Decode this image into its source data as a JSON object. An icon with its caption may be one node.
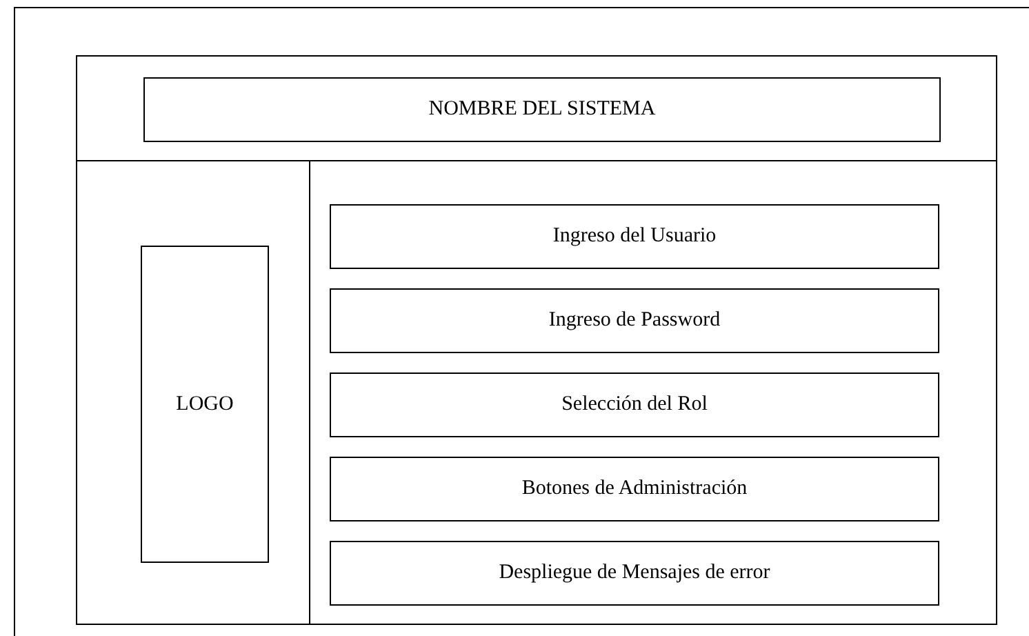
{
  "diagram": {
    "nodes": [
      {
        "text": [],
        "shape": "box"
      },
      {
        "text": [
          "NOMBRE DEL SISTEMA"
        ],
        "in": 0
      },
      {
        "text": [
          "LOGO"
        ],
        "in": 0
      },
      {
        "text": [
          "Ingreso del Usuario"
        ],
        "in": 0
      },
      {
        "text": [
          "Ingreso de Password"
        ],
        "in": 0
      },
      {
        "text": [
          "Selección del Rol"
        ],
        "in": 0
      },
      {
        "text": [
          "Botones de Administración"
        ],
        "in": 0
      },
      {
        "text": [
          "Despliegue de Mensajes de error"
        ],
        "in": 0
      }
    ]
  }
}
